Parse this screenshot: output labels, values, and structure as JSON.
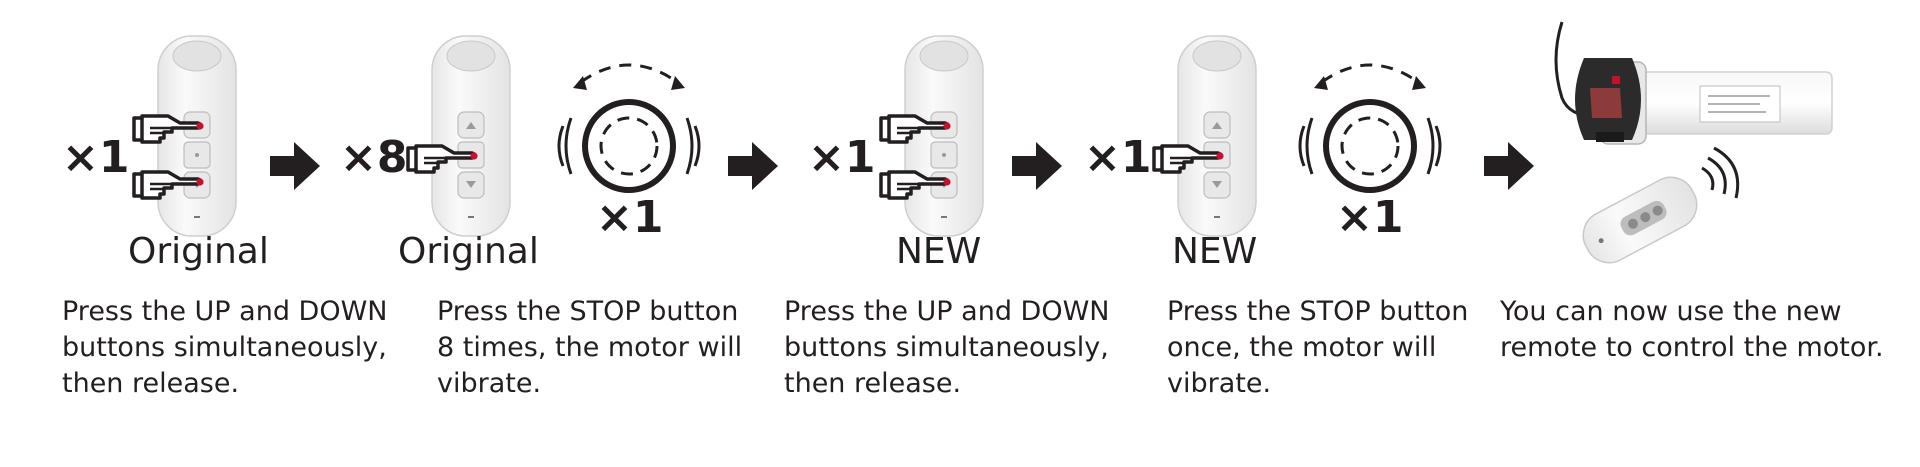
{
  "colors": {
    "ink": "#231f20",
    "remote_body": "#f4f4f4",
    "remote_outline": "#d9d9d9",
    "led_red": "#c8102e",
    "motor_head": "#2b2b2b",
    "motor_accent": "#8c3a3a"
  },
  "steps": [
    {
      "remote_label": "Original",
      "press_count": "×1",
      "caption": "Press the UP and DOWN\nbuttons simultaneously,\nthen release."
    },
    {
      "remote_label": "Original",
      "press_count": "×8",
      "vibrate_count": "×1",
      "caption": "Press the STOP button\n8 times, the motor will\nvibrate."
    },
    {
      "remote_label": "NEW",
      "press_count": "×1",
      "caption": "Press the UP and DOWN\nbuttons simultaneously,\nthen release."
    },
    {
      "remote_label": "NEW",
      "press_count": "×1",
      "vibrate_count": "×1",
      "caption": "Press the STOP button\nonce, the motor will\nvibrate."
    },
    {
      "caption": "You can now use the new\nremote to control the motor."
    }
  ],
  "icons": {
    "arrow": "right-arrow-icon",
    "hand": "pointing-hand-icon",
    "vibration": "vibration-icon",
    "motor": "tubular-motor-icon",
    "handheld": "handheld-remote-icon",
    "signal": "wireless-signal-icon"
  }
}
